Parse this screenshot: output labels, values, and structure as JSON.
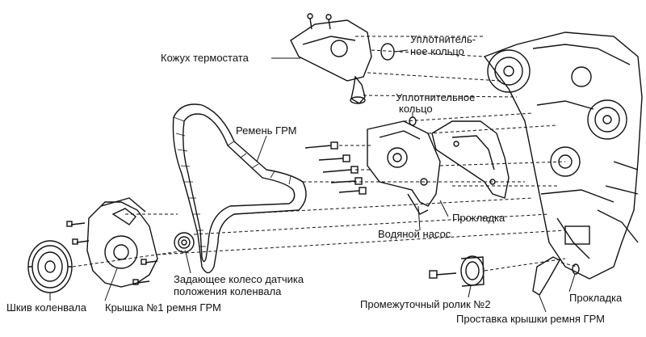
{
  "labels": {
    "thermostat_cover": "Кожух термостата",
    "oring_top_line1": "Уплотнитель-",
    "oring_top_line2": "ное кольцо",
    "oring_mid_line1": "Уплотнительное",
    "oring_mid_line2": "кольцо",
    "timing_belt": "Ремень ГРМ",
    "gasket_mid": "Прокладка",
    "water_pump": "Водяной насос",
    "crank_sensor_line1": "Задающее колесо датчика",
    "crank_sensor_line2": "положения коленвала",
    "crank_pulley": "Шкив коленвала",
    "cover_no1": "Крышка №1 ремня ГРМ",
    "idler": "Промежуточный ролик №2",
    "gasket_bottom": "Прокладка",
    "cover_spacer": "Проставка крышки ремня ГРМ"
  },
  "colors": {
    "ink": "#111111",
    "background": "#ffffff"
  }
}
